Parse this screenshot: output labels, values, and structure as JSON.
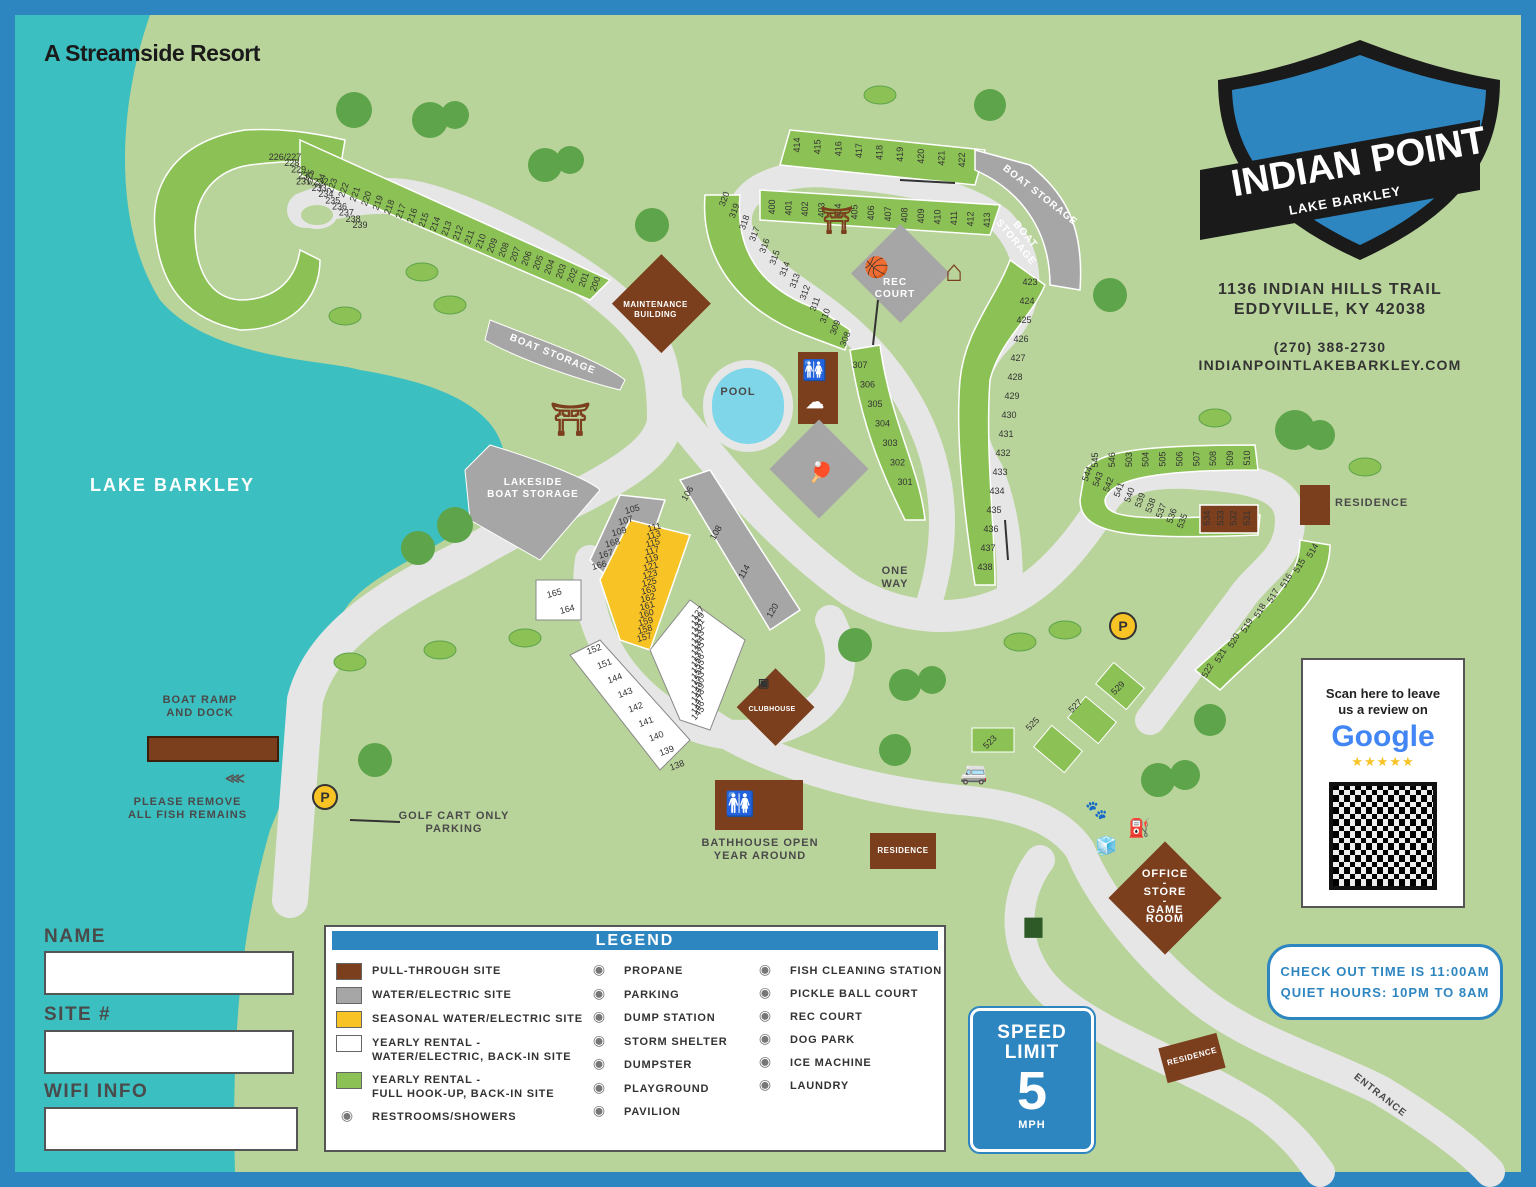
{
  "brand": "A Streamside Resort",
  "logo": {
    "name": "INDIAN POINT",
    "sub": "LAKE BARKLEY"
  },
  "address": {
    "line1": "1136 INDIAN HILLS TRAIL",
    "line2": "EDDYVILLE, KY 42038",
    "phone": "(270) 388-2730",
    "website": "INDIANPOINTLAKEBARKLEY.COM"
  },
  "labels": {
    "lake": "LAKE BARKLEY",
    "boat_ramp": "BOAT RAMP\nAND DOCK",
    "fish_remains": "PLEASE REMOVE\nALL FISH REMAINS",
    "golf_cart": "GOLF CART ONLY\nPARKING",
    "maintenance": "MAINTENANCE\nBUILDING",
    "boat_storage_left": "BOAT STORAGE",
    "lakeside_storage": "LAKESIDE\nBOAT STORAGE",
    "pool": "POOL",
    "rec_court": "REC\nCOURT",
    "boat_storage_top": "BOAT STORAGE",
    "boat_storage_right": "BOAT\nSTORAGE",
    "one_way": "ONE\nWAY",
    "residence": "RESIDENCE",
    "clubhouse": "CLUBHOUSE",
    "bathhouse": "BATHHOUSE OPEN\nYEAR AROUND",
    "office": "OFFICE\n-\nSTORE\n-\nGAME\nROOM",
    "entrance": "ENTRANCE"
  },
  "form": {
    "name": "NAME",
    "site": "SITE #",
    "wifi": "WIFI INFO"
  },
  "legend": {
    "title": "LEGEND",
    "col1": [
      {
        "label": "PULL-THROUGH SITE",
        "color": "#7b3f1e"
      },
      {
        "label": "WATER/ELECTRIC SITE",
        "color": "#a6a6a6"
      },
      {
        "label": "SEASONAL WATER/ELECTRIC SITE",
        "color": "#f7c325"
      },
      {
        "label": "YEARLY RENTAL -\nWATER/ELECTRIC, BACK-IN SITE",
        "color": "#ffffff"
      },
      {
        "label": "YEARLY RENTAL -\nFULL HOOK-UP, BACK-IN SITE",
        "color": "#8cc156"
      },
      {
        "label": "RESTROOMS/SHOWERS",
        "icon": "restroom-icon"
      }
    ],
    "col2": [
      {
        "label": "PROPANE",
        "icon": "propane-icon"
      },
      {
        "label": "PARKING",
        "icon": "parking-icon"
      },
      {
        "label": "DUMP STATION",
        "icon": "dump-station-icon"
      },
      {
        "label": "STORM SHELTER",
        "icon": "storm-shelter-icon"
      },
      {
        "label": "DUMPSTER",
        "icon": "dumpster-icon"
      },
      {
        "label": "PLAYGROUND",
        "icon": "playground-icon"
      },
      {
        "label": "PAVILION",
        "icon": "pavilion-icon"
      }
    ],
    "col3": [
      {
        "label": "FISH CLEANING STATION",
        "icon": "fish-icon"
      },
      {
        "label": "PICKLE BALL COURT",
        "icon": "pickleball-icon"
      },
      {
        "label": "REC COURT",
        "icon": "basketball-icon"
      },
      {
        "label": "DOG PARK",
        "icon": "paw-icon"
      },
      {
        "label": "ICE MACHINE",
        "icon": "ice-machine-icon"
      },
      {
        "label": "LAUNDRY",
        "icon": "laundry-icon"
      }
    ]
  },
  "speed": {
    "line1": "SPEED",
    "line2": "LIMIT",
    "value": "5",
    "unit": "MPH"
  },
  "notice": {
    "line1": "CHECK OUT TIME IS 11:00AM",
    "line2": "QUIET HOURS: 10PM TO 8AM"
  },
  "review": {
    "text": "Scan here to leave\nus a review on",
    "google": "Google",
    "stars": "★★★★★"
  },
  "colors": {
    "lake": "#3cbfc0",
    "grass": "#b9d49a",
    "road": "#e6e6e6",
    "site_green": "#8cc156",
    "site_gray": "#a6a6a6",
    "site_yellow": "#f7c325",
    "site_brown": "#7b3f1e",
    "border": "#2e86c1"
  },
  "sites": {
    "loop_upper": [
      "200",
      "201",
      "202",
      "203",
      "204",
      "205",
      "206",
      "207",
      "208",
      "209",
      "210",
      "211",
      "212",
      "213",
      "214",
      "215",
      "216",
      "217",
      "218",
      "219",
      "220",
      "221",
      "222",
      "223",
      "224",
      "225"
    ],
    "loop_ring": [
      "226/227",
      "228",
      "229",
      "230",
      "231/232",
      "233",
      "234",
      "235",
      "236",
      "237",
      "238",
      "239"
    ],
    "north_top": [
      "414",
      "415",
      "416",
      "417",
      "418",
      "419",
      "420",
      "421",
      "422"
    ],
    "north_mid": [
      "400",
      "401",
      "402",
      "403",
      "404",
      "405",
      "406",
      "407",
      "408",
      "409",
      "410",
      "411",
      "412",
      "413"
    ],
    "north_left": [
      "320",
      "319",
      "318",
      "317",
      "316",
      "315",
      "314",
      "313",
      "312",
      "311",
      "310",
      "309",
      "308"
    ],
    "north_center": [
      "307",
      "306",
      "305",
      "304",
      "303",
      "302",
      "301"
    ],
    "north_right": [
      "423",
      "424",
      "425",
      "426",
      "427",
      "428",
      "429",
      "430",
      "431",
      "432",
      "433",
      "434",
      "435",
      "436",
      "437",
      "438"
    ],
    "east_top": [
      "545",
      "546",
      "503",
      "504",
      "505",
      "506",
      "507",
      "508",
      "509",
      "510"
    ],
    "east_bottom": [
      "544",
      "543",
      "542",
      "541",
      "540",
      "539",
      "538",
      "537",
      "536",
      "535"
    ],
    "east_brown": [
      "534",
      "533",
      "532",
      "531"
    ],
    "east_right": [
      "514",
      "515",
      "516",
      "517",
      "518",
      "519",
      "520",
      "521",
      "522"
    ],
    "east_lower": [
      "529",
      "527",
      "525",
      "523"
    ],
    "gray_col": [
      "105",
      "107",
      "109",
      "168",
      "167",
      "166"
    ],
    "gray_right": [
      "106",
      "108",
      "114",
      "120"
    ],
    "yellow": [
      "111",
      "113",
      "115",
      "117",
      "119",
      "121",
      "123",
      "125",
      "163",
      "162",
      "161",
      "160",
      "159",
      "158",
      "157"
    ],
    "white_a": [
      "127",
      "129",
      "131",
      "132",
      "133",
      "134",
      "135",
      "137",
      "156",
      "155",
      "154",
      "153",
      "150",
      "149",
      "148",
      "147",
      "146",
      "145"
    ],
    "white_b": [
      "165",
      "164"
    ],
    "white_c": [
      "152",
      "151",
      "144",
      "143",
      "142",
      "141",
      "140",
      "139",
      "138"
    ]
  }
}
